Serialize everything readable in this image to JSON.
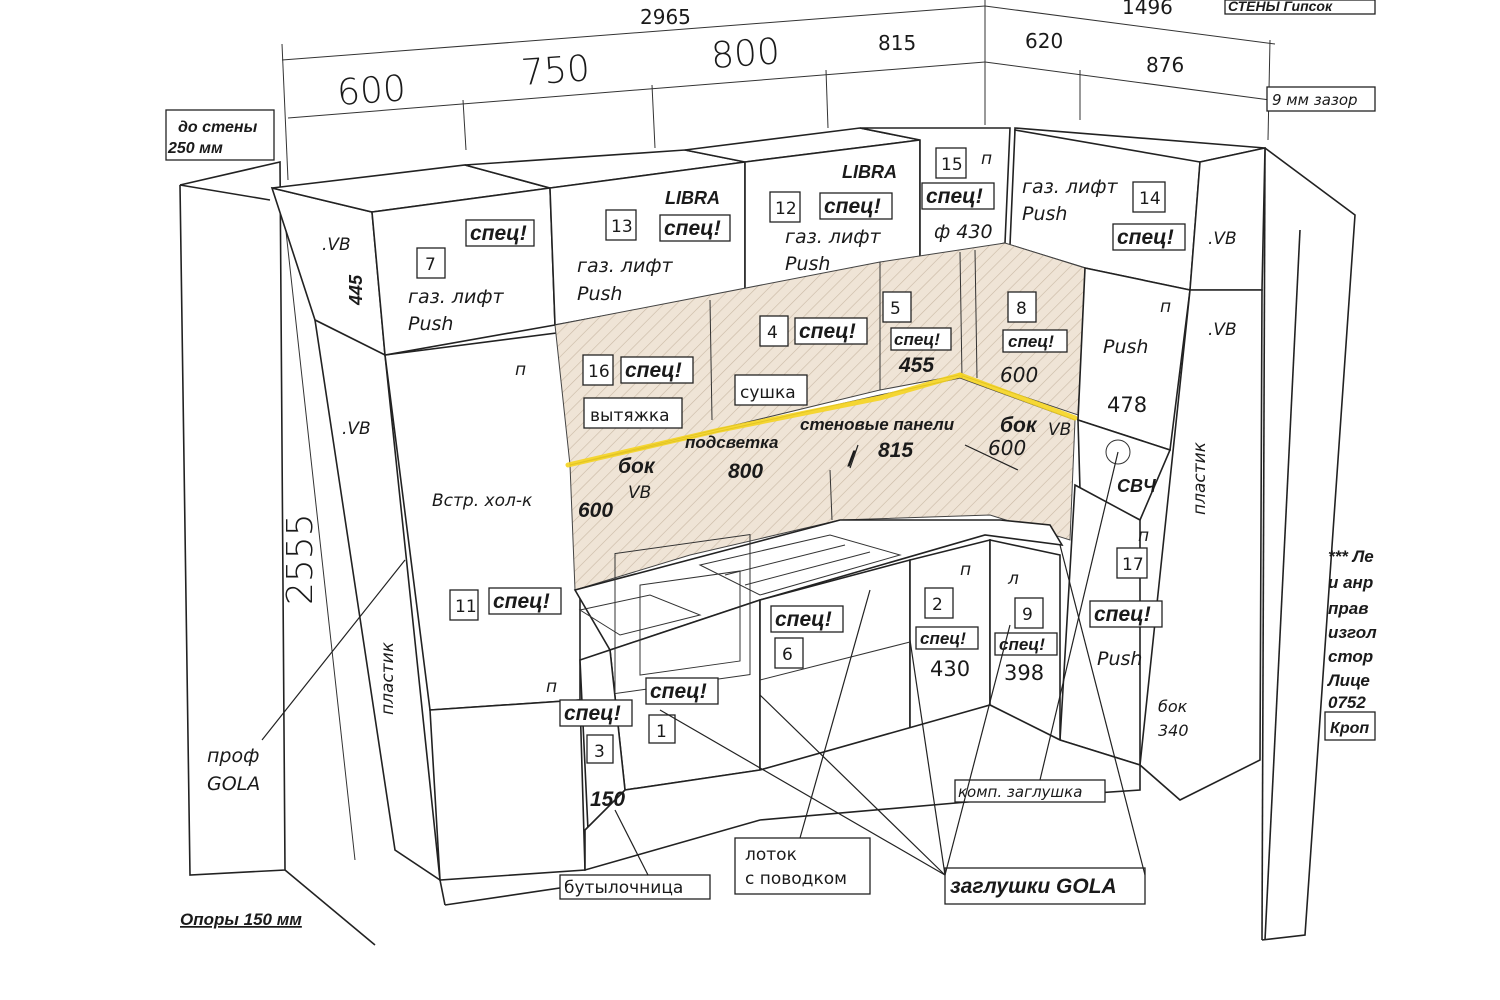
{
  "dimensions": {
    "total_left": "2965",
    "total_right": "1496",
    "seg_600": "600",
    "seg_750": "750",
    "seg_800": "800",
    "seg_815": "815",
    "seg_620": "620",
    "seg_876": "876",
    "height": "2555",
    "wall_445": "445"
  },
  "notes": {
    "to_wall_line1": "до стены",
    "to_wall_line2": "250 мм",
    "gap": "9 мм зазор",
    "walls_cut": "СТЕНЫ Гипсок",
    "supports": "Опоры 150 мм",
    "right_1": "*** Ле",
    "right_2": "и анр",
    "right_3": "прав",
    "right_4": "изгол",
    "right_5": "стор",
    "right_6": "Лице",
    "right_7": "0752",
    "right_8": "Кроп"
  },
  "modules": {
    "m1": "1",
    "m2": "2",
    "m3": "3",
    "m4": "4",
    "m5": "5",
    "m6": "6",
    "m7": "7",
    "m8": "8",
    "m9": "9",
    "m11": "11",
    "m12": "12",
    "m13": "13",
    "m14": "14",
    "m15": "15",
    "m16": "16",
    "m17": "17"
  },
  "labels": {
    "spec": "спец!",
    "gas_lift": "газ. лифт",
    "push": "Push",
    "libra": "LIBRA",
    "vb": "VB",
    "dot_vb": ".VB",
    "p": "п",
    "l": "л",
    "phi430": "ф 430",
    "fridge": "Встр. хол-к",
    "hood": "вытяжка",
    "dryer": "сушка",
    "backlight": "подсветка",
    "wall_panels": "стеновые панели",
    "side": "бок",
    "microwave": "СВЧ",
    "plastic": "пластик",
    "prof": "проф",
    "gola": "GOLA",
    "bottle": "бутылочница",
    "tray_1": "лоток",
    "tray_2": "с поводком",
    "gola_caps": "заглушки GOLA",
    "comp_cap": "комп. заглушка",
    "side_340_1": "бок",
    "side_340_2": "340"
  },
  "values": {
    "v455": "455",
    "v600a": "600",
    "v600b": "600",
    "v600c": "600",
    "v800": "800",
    "v815": "815",
    "v478": "478",
    "v430": "430",
    "v398": "398",
    "v150": "150",
    "slash": "/"
  },
  "colors": {
    "backlight": "#f5d420",
    "panel_hatch": "#e9dccd"
  }
}
